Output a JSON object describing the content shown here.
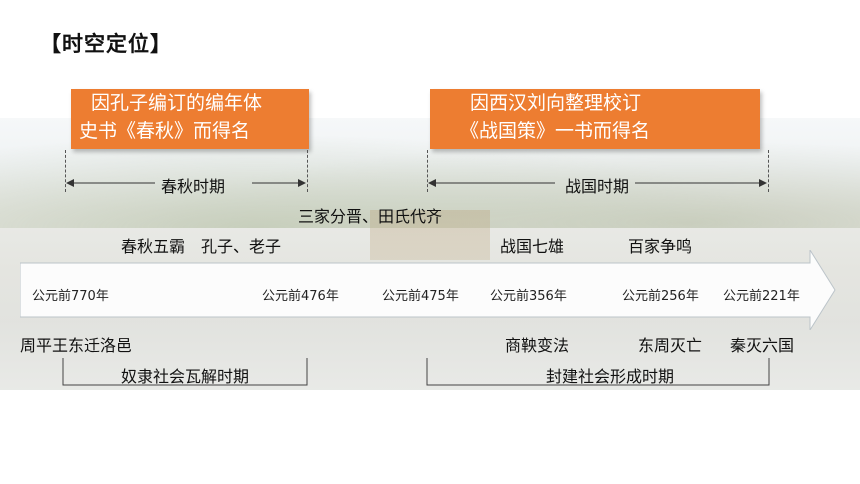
{
  "title": "【时空定位】",
  "boxes": {
    "left": {
      "line1": "因孔子编订的编年体",
      "line2": "史书《春秋》而得名"
    },
    "right": {
      "line1": "因西汉刘向整理校订",
      "line2": "《战国策》一书而得名"
    }
  },
  "periods": {
    "spring_autumn": "春秋时期",
    "warring_states": "战国时期"
  },
  "events_above": {
    "three_families": "三家分晋、田氏代齐",
    "five_hegemons": "春秋五霸",
    "confucius_laozi": "孔子、老子",
    "seven_powers": "战国七雄",
    "hundred_schools": "百家争鸣"
  },
  "dates": [
    "公元前770年",
    "公元前476年",
    "公元前475年",
    "公元前356年",
    "公元前256年",
    "公元前221年"
  ],
  "events_below": {
    "zhou_move": "周平王东迁洛邑",
    "shang_yang": "商鞅变法",
    "east_zhou_fall": "东周灭亡",
    "qin_unify": "秦灭六国"
  },
  "brackets": {
    "slavery": "奴隶社会瓦解时期",
    "feudal": "封建社会形成时期"
  },
  "colors": {
    "orange": "#ed7d31",
    "arrow": "#ffffff"
  }
}
